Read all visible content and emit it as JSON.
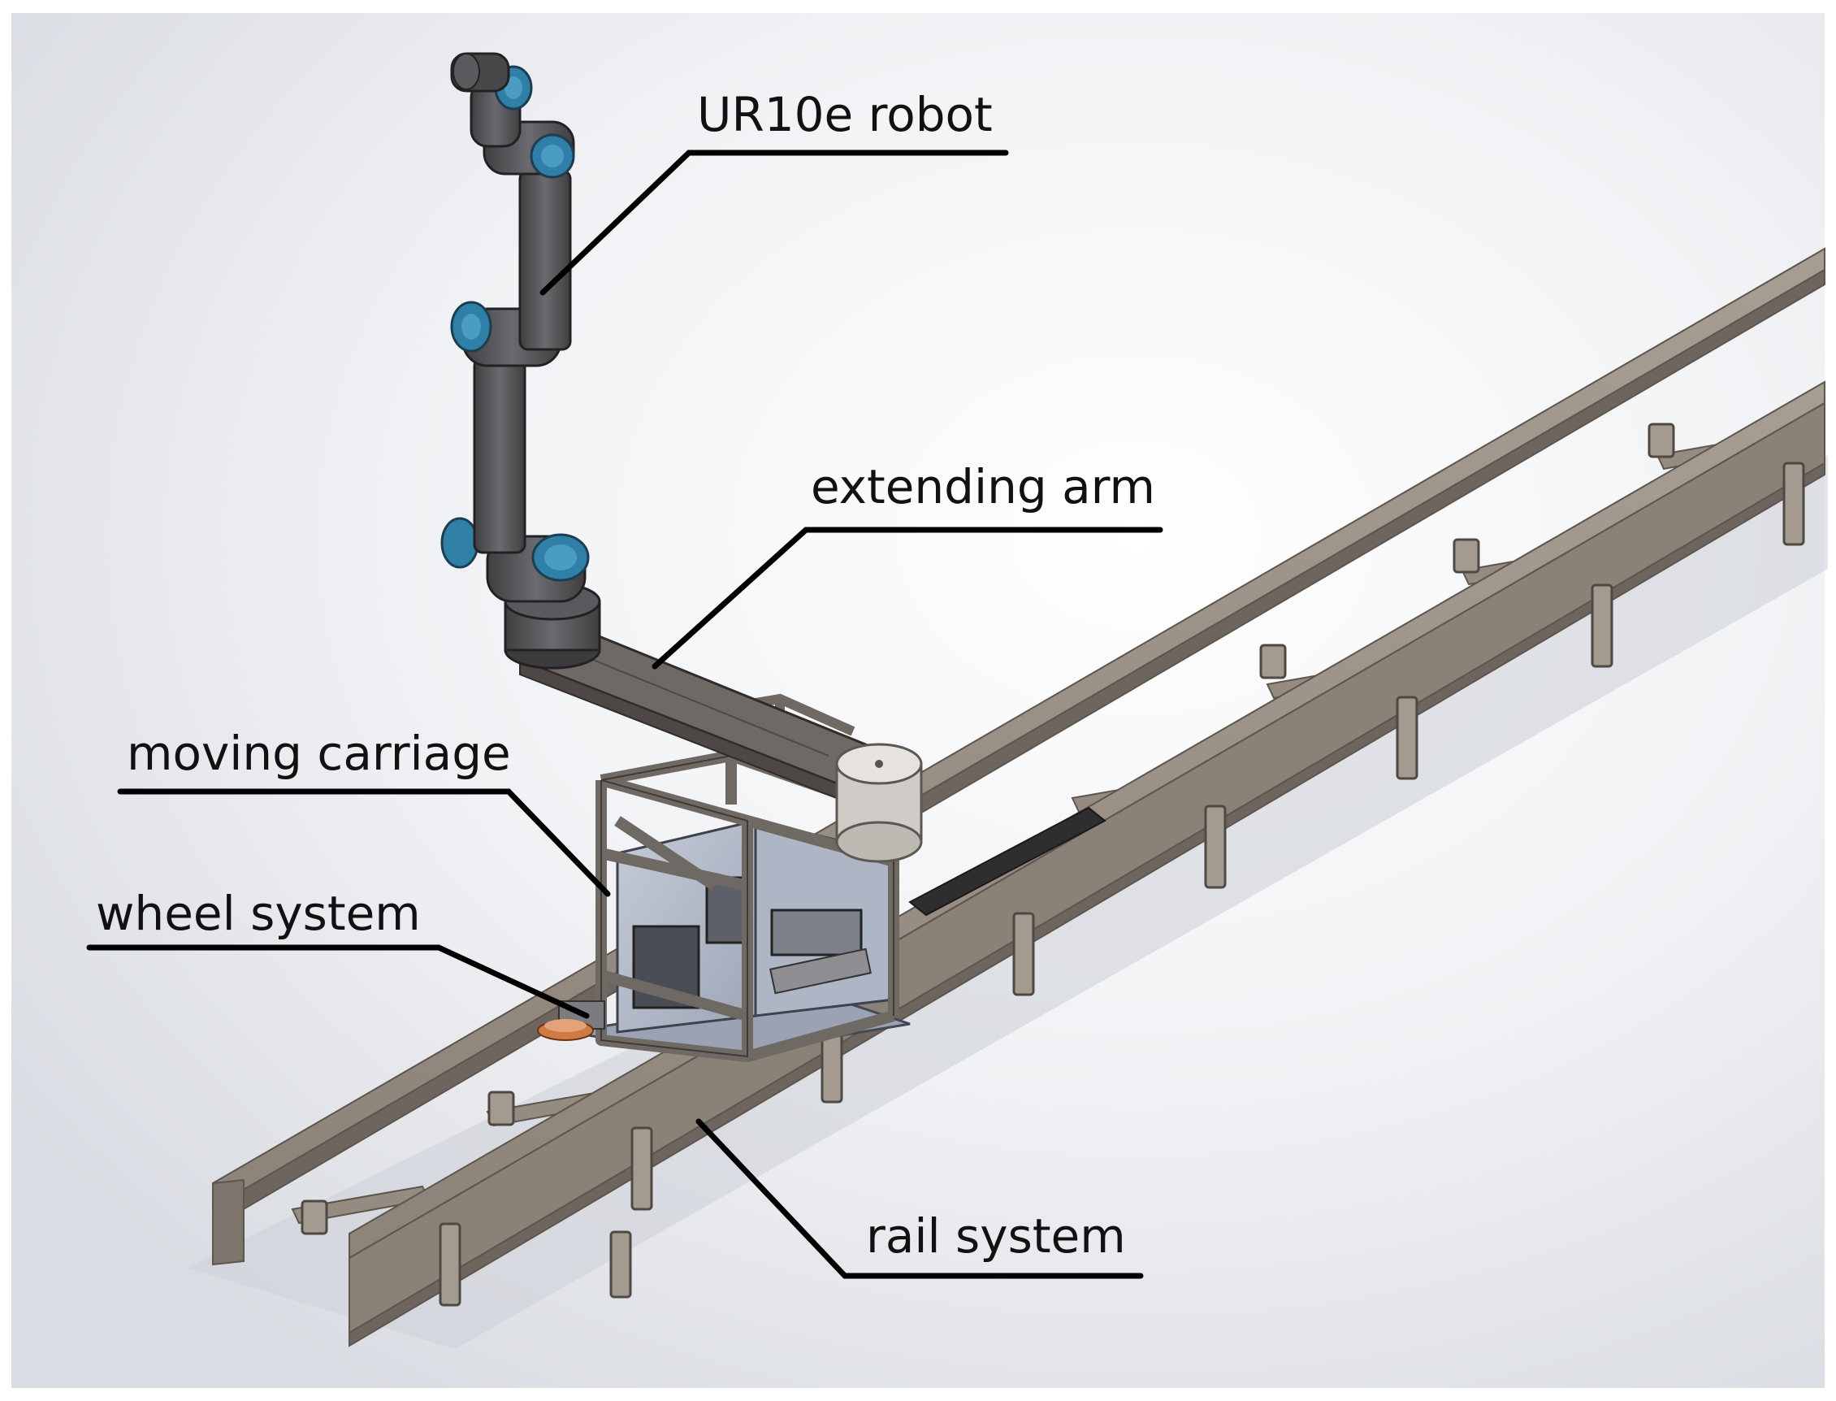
{
  "labels": {
    "ur10e_robot": "UR10e robot",
    "extending_arm": "extending arm",
    "moving_carriage": "moving carriage",
    "wheel_system": "wheel system",
    "rail_system": "rail system"
  },
  "colors": {
    "rail": "#8d8379",
    "rail_dark": "#6e665e",
    "rail_light": "#a79d92",
    "robot_body": "#5b5b5e",
    "robot_joint_cap": "#2f7fa6",
    "carriage_frame": "#8a8480",
    "carriage_panel": "#b9bfcc",
    "leader_line": "#000000",
    "wheel": "#d27a45"
  }
}
